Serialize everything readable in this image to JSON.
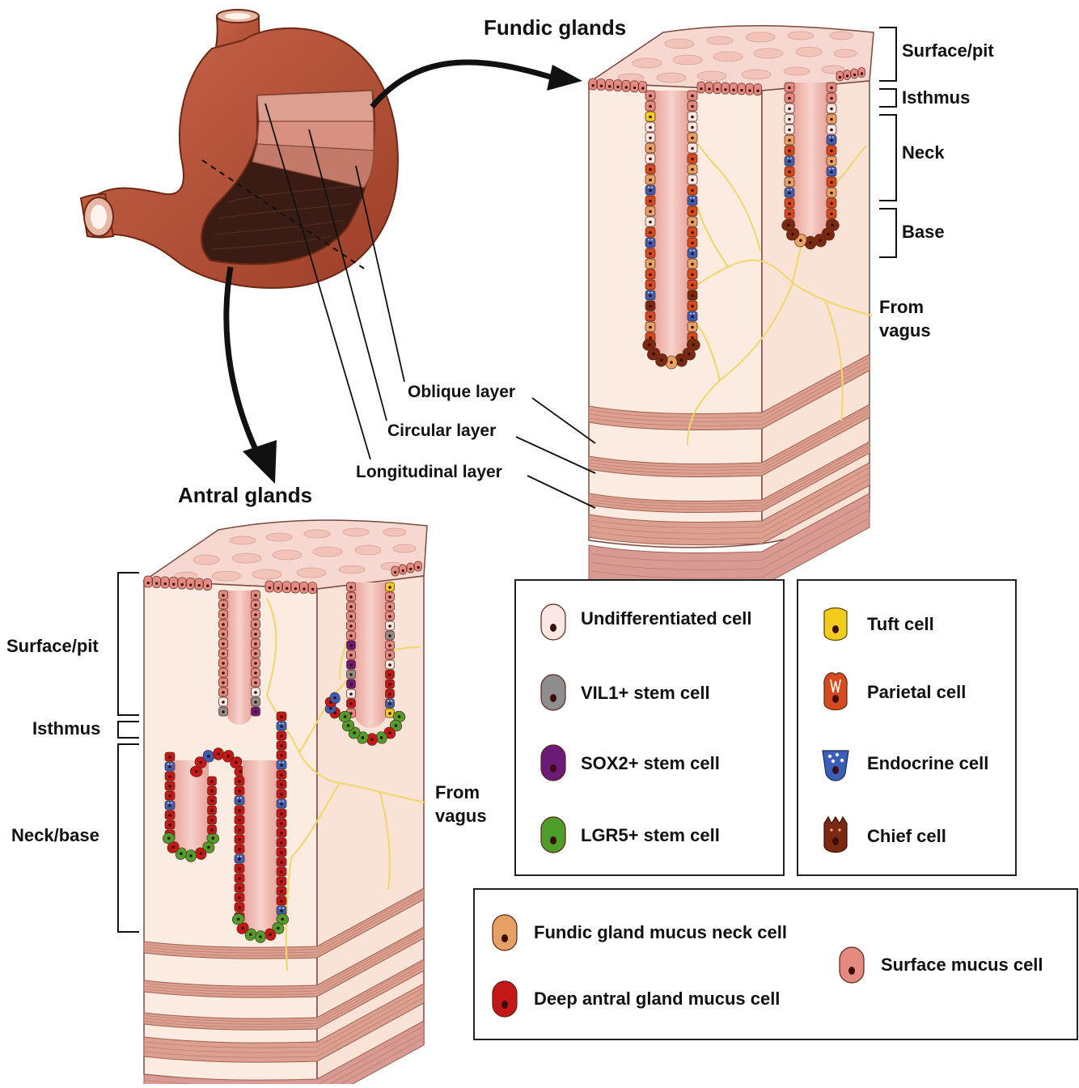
{
  "titles": {
    "fundic": "Fundic glands",
    "antral": "Antral glands"
  },
  "fundic_zones": {
    "surface": "Surface/pit",
    "isthmus": "Isthmus",
    "neck": "Neck",
    "base": "Base"
  },
  "antral_zones": {
    "surface": "Surface/pit",
    "isthmus": "Isthmus",
    "neckbase": "Neck/base"
  },
  "vagus": {
    "fundic_line1": "From",
    "fundic_line2": "vagus",
    "antral_line1": "From",
    "antral_line2": "vagus"
  },
  "layers": {
    "oblique": "Oblique layer",
    "circular": "Circular layer",
    "longitudinal": "Longitudinal layer"
  },
  "legend_left": [
    {
      "label": "Undifferentiated cell",
      "color": "#fbe8e4",
      "icon": "undifferentiated-cell-icon"
    },
    {
      "label": "VIL1+ stem cell",
      "color": "#8e8e8e",
      "icon": "vil1-stem-cell-icon"
    },
    {
      "label": "SOX2+ stem cell",
      "color": "#6b1a78",
      "icon": "sox2-stem-cell-icon"
    },
    {
      "label": "LGR5+ stem cell",
      "color": "#4f9e2c",
      "icon": "lgr5-stem-cell-icon"
    }
  ],
  "legend_right": [
    {
      "label": "Tuft cell",
      "color": "#f0cc1c",
      "icon": "tuft-cell-icon"
    },
    {
      "label": "Parietal cell",
      "color": "#d64a1e",
      "icon": "parietal-cell-icon"
    },
    {
      "label": "Endocrine cell",
      "color": "#3a5fb8",
      "icon": "endocrine-cell-icon"
    },
    {
      "label": "Chief cell",
      "color": "#7a2a10",
      "icon": "chief-cell-icon"
    }
  ],
  "legend_bottom": [
    {
      "label": "Fundic gland mucus neck cell",
      "color": "#e6a264",
      "icon": "mucus-neck-cell-icon"
    },
    {
      "label": "Deep antral gland mucus cell",
      "color": "#c41818",
      "icon": "deep-antral-mucus-cell-icon"
    },
    {
      "label": "Surface mucus cell",
      "color": "#e48a80",
      "icon": "surface-mucus-cell-icon"
    }
  ],
  "colors": {
    "stomach": "#b85638",
    "stomach_dark": "#8a3420",
    "tissue": "#fbebe0",
    "mucosa_top": "#f6d8d0",
    "muscle": "#dca090",
    "nerve": "#f1d66a",
    "lumen": "#f0b8ae",
    "surface_cell": "#e48a80",
    "deep_cell": "#c41818"
  }
}
